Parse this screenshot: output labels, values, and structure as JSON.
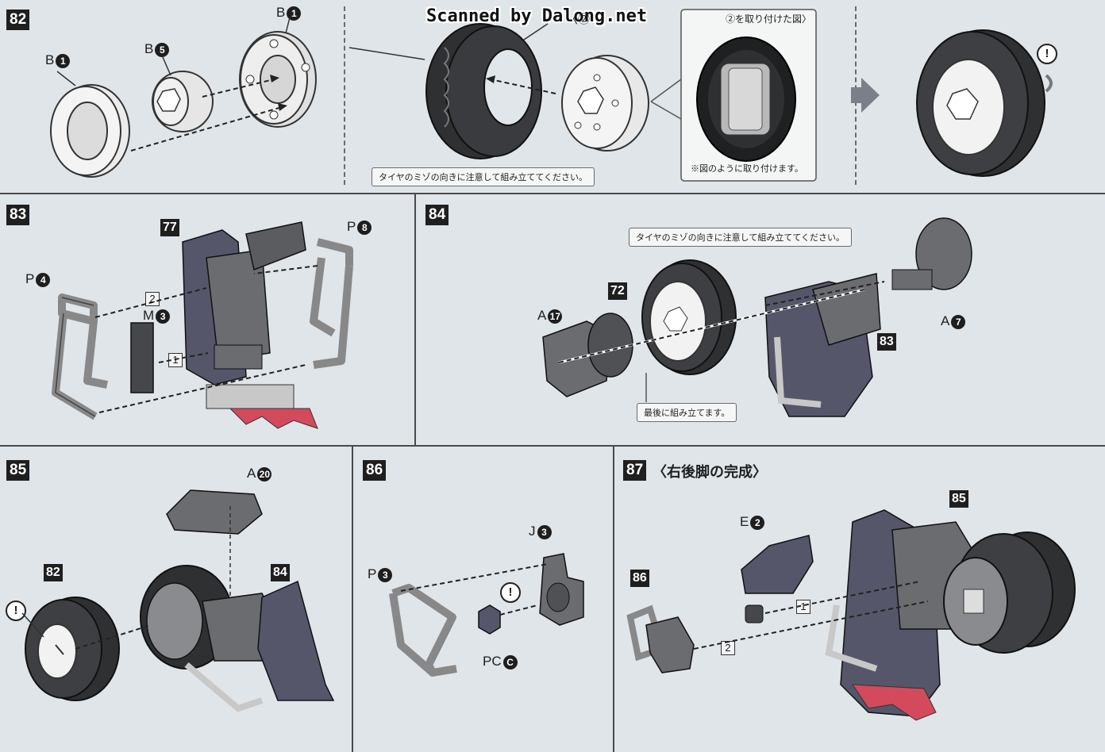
{
  "watermark": "Scanned by Dalong.net",
  "step82": {
    "num": "82",
    "labels": {
      "b1_left": "B",
      "b5": "B",
      "b1_right": "B"
    },
    "nums": {
      "b1_left": "1",
      "b5": "5",
      "b1_right": "1"
    },
    "callout_top": "②を取り付けた図〉",
    "callout_partial": "〈②",
    "note_tire": "タイヤのミゾの向きに注意して組み立ててください。",
    "note_figure": "※図のように取り付けます。"
  },
  "step83": {
    "num": "83",
    "ref": "77",
    "labels": {
      "p4": "P",
      "m3": "M",
      "p8": "P"
    },
    "nums": {
      "p4": "4",
      "m3": "3",
      "p8": "8"
    },
    "order1": "1",
    "order2": "2"
  },
  "step84": {
    "num": "84",
    "note_tire": "タイヤのミゾの向きに注意して組み立ててください。",
    "note_last": "最後に組み立てます。",
    "ref72": "72",
    "ref83": "83",
    "labels": {
      "a17": "A",
      "a7": "A"
    },
    "nums": {
      "a17": "17",
      "a7": "7"
    }
  },
  "step85": {
    "num": "85",
    "ref82": "82",
    "ref84": "84",
    "labels": {
      "a20": "A"
    },
    "nums": {
      "a20": "20"
    },
    "warn": "!"
  },
  "step86": {
    "num": "86",
    "labels": {
      "j3": "J",
      "p3": "P",
      "pcc": "PC"
    },
    "nums": {
      "j3": "3",
      "p3": "3",
      "pcc": "C"
    },
    "warn": "!"
  },
  "step87": {
    "num": "87",
    "title": "〈右後脚の完成〉",
    "ref85": "85",
    "ref86": "86",
    "labels": {
      "e2": "E"
    },
    "nums": {
      "e2": "2"
    },
    "order1": "1",
    "order2": "2"
  },
  "colors": {
    "tire": "#2f3032",
    "part_gray": "#6b6c70",
    "light_gray": "#c8c8c8",
    "claw_red": "#d34a5c",
    "panel_bg": "#e0e6ea"
  }
}
